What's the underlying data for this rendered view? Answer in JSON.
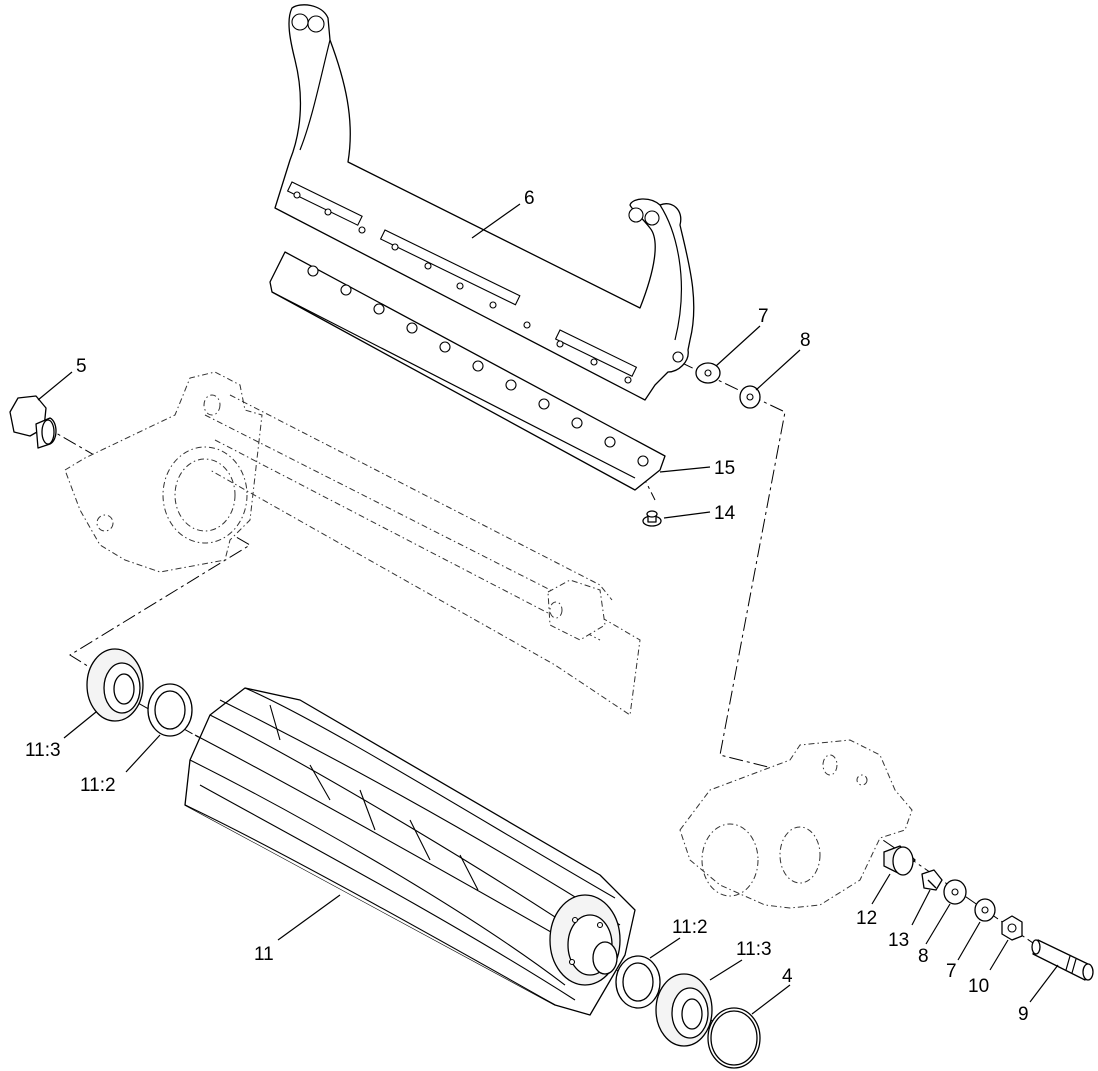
{
  "callouts": {
    "c6": "6",
    "c7_top": "7",
    "c8_top": "8",
    "c5": "5",
    "c15": "15",
    "c14": "14",
    "c11_3_left": "11:3",
    "c11_2_left": "11:2",
    "c11": "11",
    "c11_2_right": "11:2",
    "c11_3_right": "11:3",
    "c4": "4",
    "c12": "12",
    "c13": "13",
    "c8_bottom": "8",
    "c7_bottom": "7",
    "c10": "10",
    "c9": "9"
  }
}
